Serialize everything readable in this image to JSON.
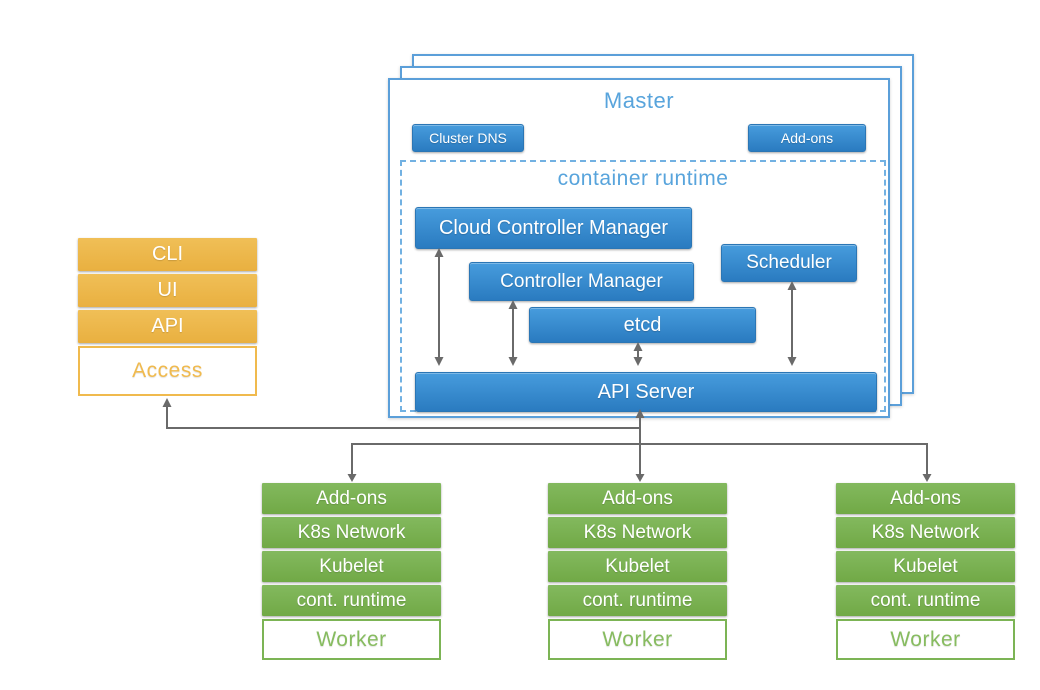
{
  "access": {
    "items": [
      "CLI",
      "UI",
      "API"
    ],
    "base": "Access"
  },
  "master": {
    "title": "Master",
    "cluster_dns": "Cluster DNS",
    "addons": "Add-ons",
    "container_runtime": {
      "title": "container runtime",
      "cloud_controller_manager": "Cloud Controller Manager",
      "controller_manager": "Controller Manager",
      "scheduler": "Scheduler",
      "etcd": "etcd",
      "api_server": "API Server"
    }
  },
  "workers": [
    {
      "items": [
        "Add-ons",
        "K8s Network",
        "Kubelet",
        "cont. runtime"
      ],
      "base": "Worker"
    },
    {
      "items": [
        "Add-ons",
        "K8s Network",
        "Kubelet",
        "cont. runtime"
      ],
      "base": "Worker"
    },
    {
      "items": [
        "Add-ons",
        "K8s Network",
        "Kubelet",
        "cont. runtime"
      ],
      "base": "Worker"
    }
  ],
  "colors": {
    "blue_fill_top": "#479cdd",
    "blue_fill_bottom": "#2a7bc0",
    "blue_border": "#5b9fd9",
    "blue_title": "#58a4dc",
    "dashed_border": "#72b1e2",
    "orange_fill": "#edb94d",
    "orange_text": "#f0ba4e",
    "green_fill": "#7bb254",
    "green_text": "#87bc60",
    "connector_gray": "#6a6a6a"
  }
}
